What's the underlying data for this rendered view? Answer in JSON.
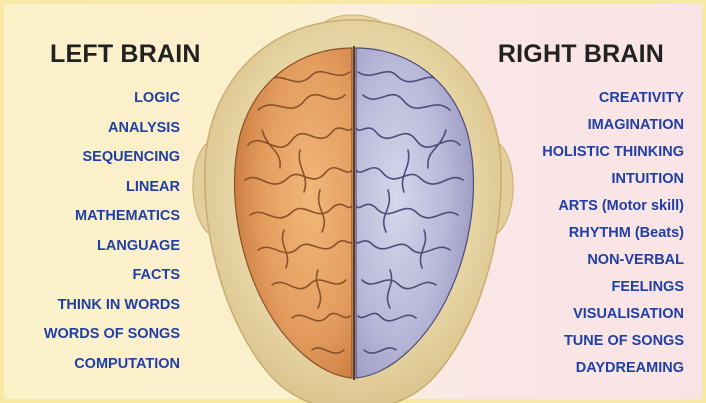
{
  "left_brain": {
    "title": "LEFT BRAIN",
    "functions": [
      "LOGIC",
      "ANALYSIS",
      "SEQUENCING",
      "LINEAR",
      "MATHEMATICS",
      "LANGUAGE",
      "FACTS",
      "THINK IN WORDS",
      "WORDS OF SONGS",
      "COMPUTATION"
    ]
  },
  "right_brain": {
    "title": "RIGHT BRAIN",
    "functions": [
      "CREATIVITY",
      "IMAGINATION",
      "HOLISTIC THINKING",
      "INTUITION",
      "ARTS (Motor skill)",
      "RHYTHM (Beats)",
      "NON-VERBAL",
      "FEELINGS",
      "VISUALISATION",
      "TUNE OF SONGS",
      "DAYDREAMING"
    ]
  },
  "colors": {
    "border": "#f6e9a6",
    "label_text": "#1f3fa5",
    "heading_text": "#222222",
    "left_hemisphere": "#e6a264",
    "right_hemisphere": "#b9b8d8",
    "head_skin": "#e8d7a9"
  }
}
